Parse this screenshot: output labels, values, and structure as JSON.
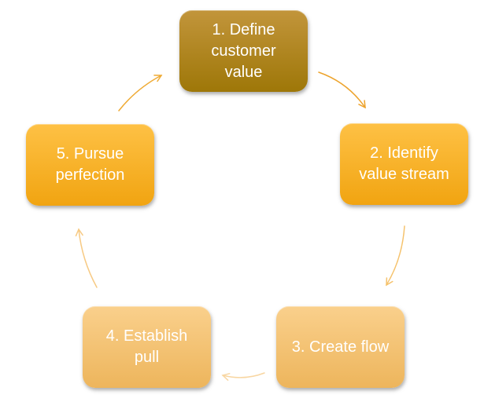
{
  "page": {
    "background": "#FFFFFF",
    "text_color": "#FFFFFF"
  },
  "diagram": {
    "type": "cycle",
    "direction": "clockwise",
    "steps": [
      {
        "id": 1,
        "label": "1. Define customer value",
        "lines": [
          "1. Define",
          "customer",
          "value"
        ],
        "fill_top": "#C2953B",
        "fill_bottom": "#9E7708",
        "text_color": "#FFFFFF"
      },
      {
        "id": 2,
        "label": "2. Identify value stream",
        "lines": [
          "2. Identify",
          "value stream"
        ],
        "fill_top": "#FEC145",
        "fill_bottom": "#F1A411",
        "text_color": "#FFFFFF"
      },
      {
        "id": 3,
        "label": "3. Create flow",
        "lines": [
          "3. Create flow"
        ],
        "fill_top": "#FAD08C",
        "fill_bottom": "#EDB55C",
        "text_color": "#FFFFFF"
      },
      {
        "id": 4,
        "label": "4. Establish pull",
        "lines": [
          "4. Establish",
          "pull"
        ],
        "fill_top": "#FAD08C",
        "fill_bottom": "#EDB55C",
        "text_color": "#FFFFFF"
      },
      {
        "id": 5,
        "label": "5. Pursue perfection",
        "lines": [
          "5. Pursue",
          "perfection"
        ],
        "fill_top": "#FEC145",
        "fill_bottom": "#F1A411",
        "text_color": "#FFFFFF"
      }
    ],
    "arrows": [
      {
        "from": 1,
        "to": 2,
        "color": "#EDA32C"
      },
      {
        "from": 2,
        "to": 3,
        "color": "#F5C26C"
      },
      {
        "from": 3,
        "to": 4,
        "color": "#F8D6A2"
      },
      {
        "from": 4,
        "to": 5,
        "color": "#F7CA84"
      },
      {
        "from": 5,
        "to": 1,
        "color": "#EFAA33"
      }
    ]
  }
}
